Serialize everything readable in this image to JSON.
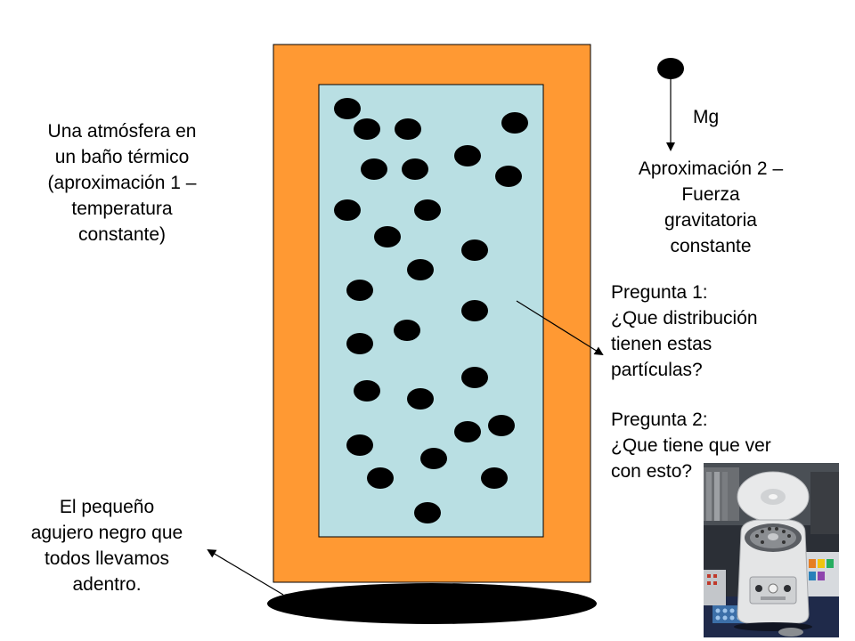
{
  "left_caption": [
    "Una atmósfera en",
    "un baño térmico",
    "(aproximación 1 –",
    "temperatura",
    "constante)"
  ],
  "right_force_label": "Mg",
  "right_caption": [
    "Aproximación 2 –",
    "Fuerza",
    "gravitatoria",
    "constante"
  ],
  "question1": [
    "Pregunta 1:",
    "¿Que distribución",
    "tienen estas",
    "partículas?"
  ],
  "question2": [
    "Pregunta 2:",
    "¿Que tiene que ver",
    "con esto?"
  ],
  "bottom_caption": [
    "El pequeño",
    "agujero negro que",
    "todos llevamos",
    "adentro."
  ],
  "colors": {
    "bath": "#ff9933",
    "gas": "#b9dfe3",
    "particle": "#000000"
  },
  "photo_icon": "centrifuge-photo"
}
